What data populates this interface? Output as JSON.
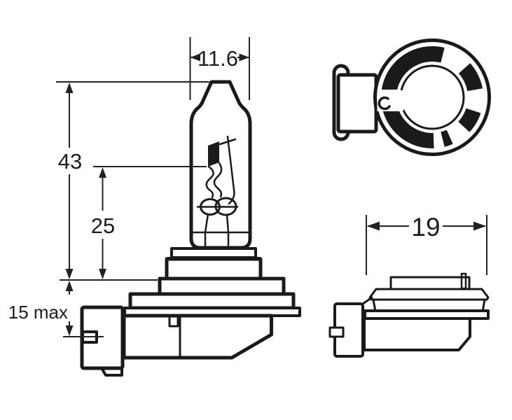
{
  "diagram": {
    "type": "technical-drawing",
    "subject": "halogen headlamp bulb - dimensional drawing, three views",
    "colors": {
      "background": "#ffffff",
      "line": "#1a1a1a",
      "text": "#1d1d1d"
    },
    "labels": {
      "bulb_diameter": "11.6",
      "overall_length": "43",
      "light_center_length": "25",
      "base_depth": "15 max",
      "flange_width": "19"
    }
  }
}
